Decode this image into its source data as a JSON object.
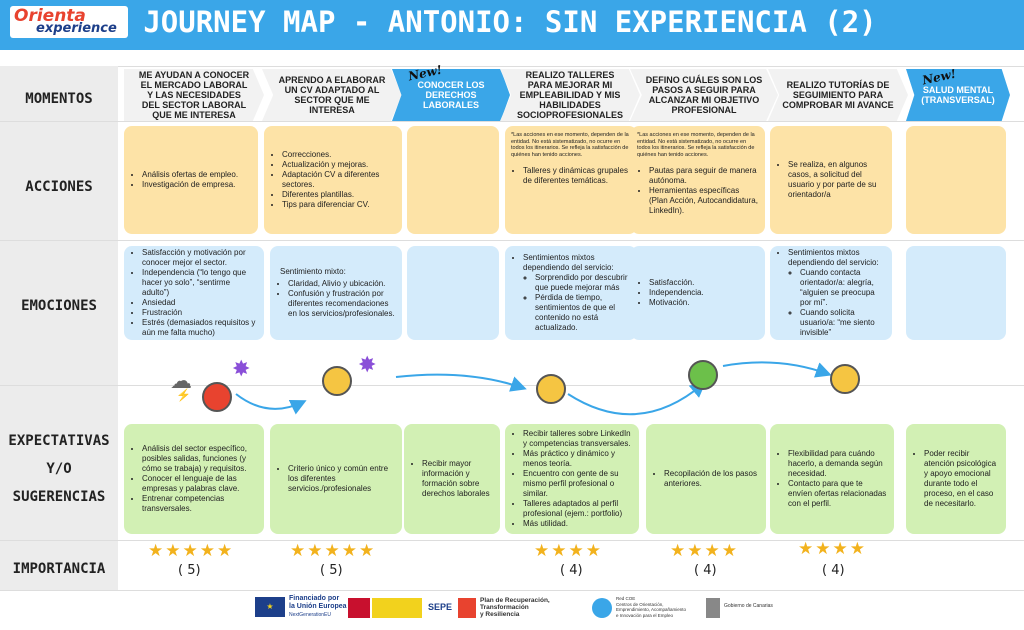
{
  "header": {
    "logo_top": "Orienta",
    "logo_bottom": "experience",
    "title": "JOURNEY MAP - ANTONIO: SIN EXPERIENCIA (2)"
  },
  "row_labels": {
    "momentos": "MOMENTOS",
    "acciones": "ACCIONES",
    "emociones": "EMOCIONES",
    "expectativas_1": "EXPECTATIVAS",
    "expectativas_2": "Y/O",
    "expectativas_3": "SUGERENCIAS",
    "importancia": "IMPORTANCIA"
  },
  "new_tag": "New!",
  "moments": [
    "ME AYUDAN A CONOCER EL MERCADO LABORAL Y LAS NECESIDADES DEL SECTOR LABORAL QUE ME INTERESA",
    "APRENDO A ELABORAR UN CV ADAPTADO AL SECTOR QUE ME INTERESA",
    "CONOCER LOS DERECHOS LABORALES",
    "REALIZO TALLERES PARA MEJORAR MI EMPLEABILIDAD Y MIS HABILIDADES SOCIOPROFESIONALES",
    "DEFINO CUÁLES SON LOS PASOS A SEGUIR PARA ALCANZAR MI OBJETIVO PROFESIONAL",
    "REALIZO TUTORÍAS DE SEGUIMIENTO PARA COMPROBAR MI AVANCE",
    "SALUD MENTAL (TRANSVERSAL)"
  ],
  "acciones": {
    "c1": [
      "Análisis ofertas de empleo.",
      "Investigación de empresa."
    ],
    "c2": [
      "Correcciones.",
      "Actualización y mejoras.",
      "Adaptación CV a diferentes sectores.",
      "Diferentes plantillas.",
      "Tips para diferenciar CV."
    ],
    "c4_note": "*Las acciones en ese momento, dependen de la entidad. No está sistematizado, no ocurre en todos los itinerarios. Se refleja la satisfacción de quiénes han tenido acciones.",
    "c4": [
      "Talleres y dinámicas grupales de diferentes temáticas."
    ],
    "c5_note": "*Las acciones en ese momento, dependen de la entidad. No está sistematizado, no ocurre en todos los itinerarios. Se refleja la satisfacción de quiénes han tenido acciones.",
    "c5": [
      "Pautas para seguir de manera autónoma.",
      "Herramientas específicas (Plan Acción, Autocandidatura, LinkedIn)."
    ],
    "c6": [
      "Se realiza, en algunos casos, a solicitud del usuario y por parte de su orientador/a"
    ]
  },
  "emociones": {
    "c1": [
      "Satisfacción y motivación por conocer mejor el sector.",
      "Independencia (“lo tengo que hacer yo solo”, “sentirme adulto”)",
      "Ansiedad",
      "Frustración",
      "Estrés (demasiados requisitos y aún me falta mucho)"
    ],
    "c2_intro": "Sentimiento mixto:",
    "c2": [
      "Claridad, Alivio y ubicación.",
      "Confusión y frustración por diferentes recomendaciones en los servicios/profesionales."
    ],
    "c4_main": "Sentimientos mixtos dependiendo del servicio:",
    "c4_sub": [
      "Sorprendido por descubrir que puede mejorar más",
      "Pérdida de tiempo, sentimientos de que el contenido no está actualizado."
    ],
    "c5": [
      "Satisfacción.",
      "Independencia.",
      "Motivación."
    ],
    "c6_main": "Sentimientos mixtos dependiendo del servicio:",
    "c6_sub": [
      "Cuando contacta orientador/a: alegría, “alguien se preocupa por mí”.",
      "Cuando solicita usuario/a: “me siento invisible”"
    ]
  },
  "expectativas": {
    "c1": [
      "Análisis del sector específico, posibles salidas, funciones (y cómo se trabaja) y requisitos.",
      "Conocer el lenguaje de las empresas y palabras clave.",
      "Entrenar competencias transversales."
    ],
    "c2": [
      "Criterio único y común entre los diferentes servicios./profesionales"
    ],
    "c3": [
      "Recibir mayor información y formación sobre derechos laborales"
    ],
    "c4": [
      "Recibir talleres sobre LinkedIn y competencias transversales.",
      "Más práctico y dinámico y menos teoría.",
      "Encuentro con gente de su mismo perfil profesional o similar.",
      "Talleres adaptados al perfil profesional (ejem.: portfolio)",
      "Más utilidad."
    ],
    "c5": [
      "Recopilación de los pasos anteriores."
    ],
    "c6": [
      "Flexibilidad para cuándo hacerlo, a demanda según necesidad.",
      "Contacto para que te envíen ofertas relacionadas con el perfil."
    ],
    "c7": [
      "Poder recibir atención psicológica y apoyo emocional durante todo el proceso, en el caso de necesitarlo."
    ]
  },
  "importancia": [
    {
      "stars": 5,
      "label": "( 5)"
    },
    {
      "stars": 5,
      "label": "( 5)"
    },
    {
      "stars": 4,
      "label": "( 4)"
    },
    {
      "stars": 4,
      "label": "( 4)"
    },
    {
      "stars": 4,
      "label": "( 4)"
    }
  ],
  "footer": {
    "eu_1": "Financiado por",
    "eu_2": "la Unión Europea",
    "eu_3": "NextGenerationEU",
    "sepe": "SEPE",
    "prtr_1": "Plan de Recuperación,",
    "prtr_2": "Transformación",
    "prtr_3": "y Resiliencia",
    "red_1": "Red COE",
    "red_2": "Centros de Orientación,",
    "red_3": "Emprendimiento, Acompañamiento",
    "red_4": "e Innovación para el Empleo",
    "gob_1": "Gobierno de Canarias"
  },
  "colors": {
    "accent": "#3aa6e8",
    "acciones": "#fde3a7",
    "emociones": "#d4ebfb",
    "expectativas": "#d2f0b4",
    "star": "#f2b21d"
  }
}
